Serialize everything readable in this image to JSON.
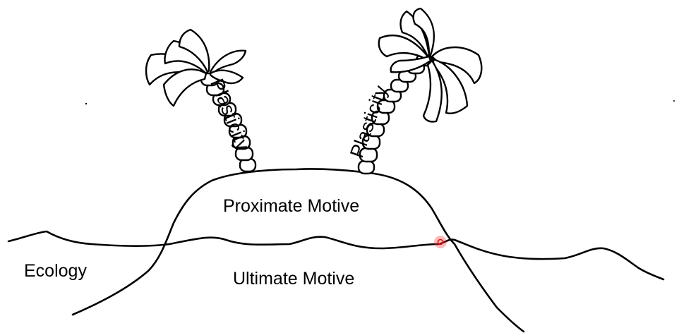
{
  "labels": {
    "proximate": "Proximate Motive",
    "ultimate": "Ultimate Motive",
    "ecology": "Ecology",
    "plasticity_left": "Plasticity",
    "plasticity_right": "Plasticity"
  },
  "colors": {
    "ink": "#000000",
    "background": "#ffffff",
    "cursor_highlight": "#ff3b3b"
  },
  "icons": {
    "cursor": "cursor-dot-icon"
  }
}
